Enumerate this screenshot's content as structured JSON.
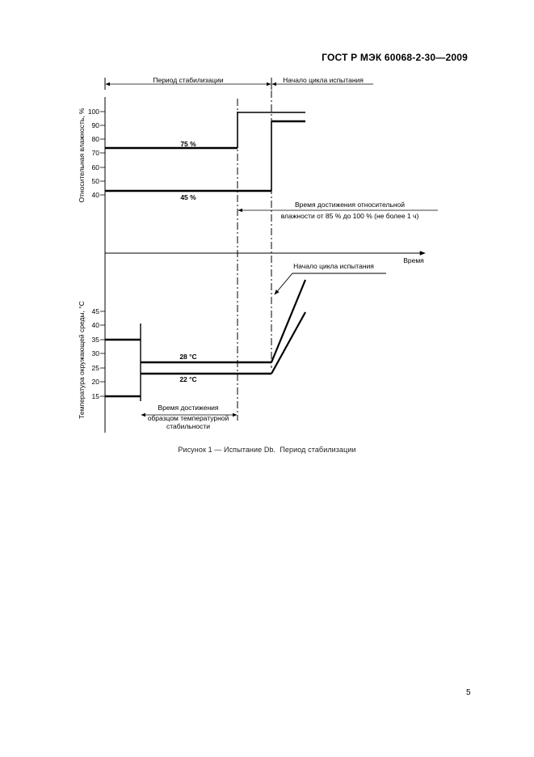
{
  "header": {
    "doc_code": "ГОСТ Р МЭК 60068-2-30—2009"
  },
  "figure": {
    "stabilization_period_label": "Период стабилизации",
    "test_cycle_start_top": "Начало цикла испытания",
    "test_cycle_start_bottom": "Начало цикла испытания",
    "humidity_axis_label": "Относительная влажность, %",
    "humidity_ticks": [
      "100",
      "90",
      "80",
      "70",
      "60",
      "50",
      "40"
    ],
    "humidity_75_label": "75 %",
    "humidity_45_label": "45 %",
    "humidity_rise_time_line1": "Время достижения относительной",
    "humidity_rise_time_line2": "влажности от 85 % до 100 % (не более 1 ч)",
    "time_axis_label": "Время",
    "temperature_axis_label": "Температура окружающей среды, °С",
    "temperature_ticks": [
      "45",
      "40",
      "35",
      "30",
      "25",
      "20",
      "15"
    ],
    "temp_28_label": "28 °С",
    "temp_22_label": "22 °С",
    "temp_stabilization_line1": "Время достижения",
    "temp_stabilization_line2": "образцом температурной",
    "temp_stabilization_line3": "стабильности"
  },
  "caption": "Рисунок 1 — Испытание Db.  Период стабилизации",
  "page_number": "5"
}
